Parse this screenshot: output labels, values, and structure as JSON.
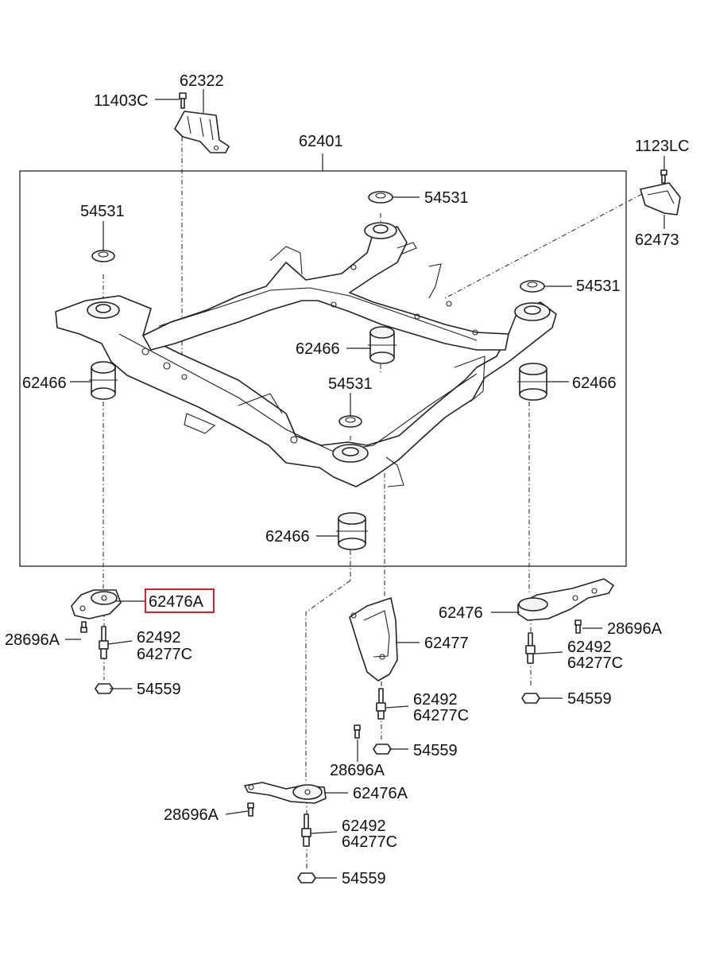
{
  "labels": {
    "p62322": "62322",
    "p11403c": "11403C",
    "p62401": "62401",
    "p1123lc": "1123LC",
    "p62473": "62473",
    "p54531_left": "54531",
    "p54531_top": "54531",
    "p54531_right": "54531",
    "p54531_center": "54531",
    "p62466_left": "62466",
    "p62466_center": "62466",
    "p62466_right": "62466",
    "p62466_bottom": "62466",
    "p62476a_left": "62476A",
    "p28696a_left": "28696A",
    "p62492_left": "62492",
    "p64277c_left": "64277C",
    "p54559_left": "54559",
    "p62477": "62477",
    "p62492_mid": "62492",
    "p64277c_mid": "64277C",
    "p54559_mid": "54559",
    "p28696a_mid": "28696A",
    "p62476": "62476",
    "p28696a_right": "28696A",
    "p62492_right": "62492",
    "p64277c_right": "64277C",
    "p54559_right": "54559",
    "p62476a_bottom": "62476A",
    "p28696a_bottom": "28696A",
    "p62492_bottom": "62492",
    "p64277c_bottom": "64277C",
    "p54559_bottom": "54559"
  },
  "highlight": {
    "label": "62476A",
    "color": "#e01b24"
  }
}
